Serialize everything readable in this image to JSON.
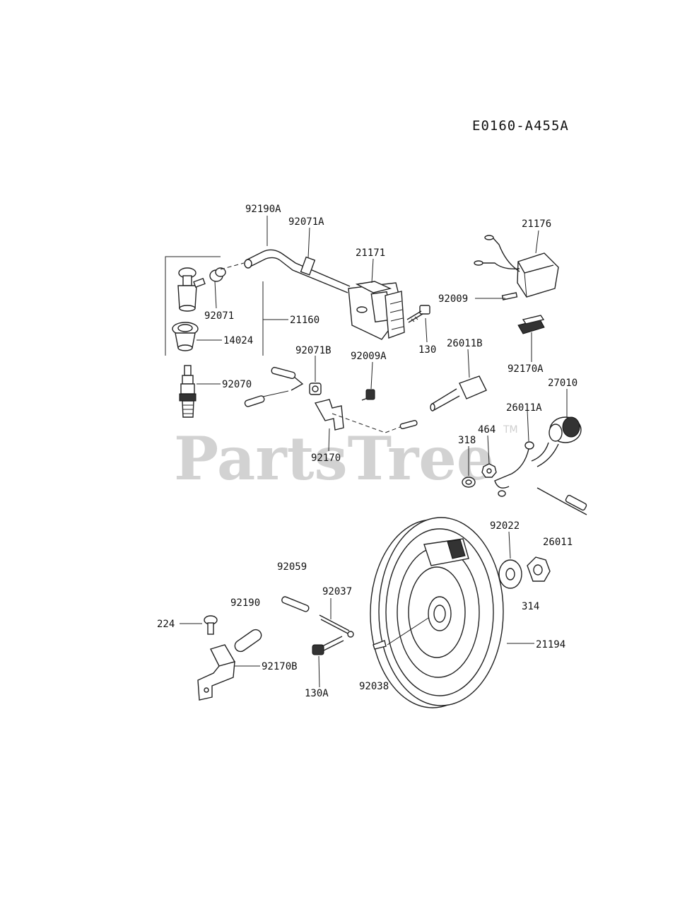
{
  "diagram_code": "E0160-A455A",
  "watermark": {
    "text": "PartsTree",
    "mark": "TM"
  },
  "part_labels": {
    "p92190A": "92190A",
    "p92071A": "92071A",
    "p21171": "21171",
    "p21176": "21176",
    "p92071": "92071",
    "p21160": "21160",
    "p14024": "14024",
    "p92009": "92009",
    "p130": "130",
    "p92071B": "92071B",
    "p92009A": "92009A",
    "p26011B": "26011B",
    "p92170A": "92170A",
    "p27010": "27010",
    "p92070": "92070",
    "p26011A": "26011A",
    "p464": "464",
    "p318": "318",
    "p92170": "92170",
    "p92022": "92022",
    "p26011": "26011",
    "p92059": "92059",
    "p92037": "92037",
    "p314": "314",
    "p92190": "92190",
    "p224": "224",
    "p21194": "21194",
    "p92170B": "92170B",
    "p130A": "130A",
    "p92038": "92038"
  }
}
